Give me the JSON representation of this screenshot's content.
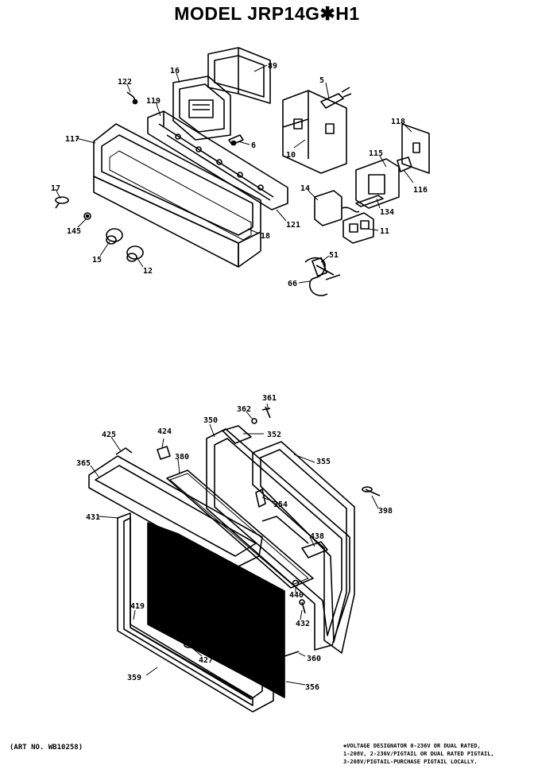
{
  "title": "MODEL JRP14G✱H1",
  "art_no": "(ART NO. WB10258)",
  "note_lines": [
    "✱VOLTAGE DESIGNATOR 0-236V OR DUAL RATED,",
    "1-208V, 2-236V/PIGTAIL OR DUAL RATED PIGTAIL,",
    "3-208V/PIGTAIL-PURCHASE PIGTAIL LOCALLY."
  ],
  "upper_labels": {
    "p89": "89",
    "p5": "5",
    "p16": "16",
    "p122": "122",
    "p119": "119",
    "p6": "6",
    "p10": "10",
    "p118": "118",
    "p117": "117",
    "p115": "115",
    "p116": "116",
    "p14": "14",
    "p134": "134",
    "p17": "17",
    "p121": "121",
    "p11": "11",
    "p145": "145",
    "p18": "18",
    "p15": "15",
    "p12": "12",
    "p51": "51",
    "p66": "66"
  },
  "lower_labels": {
    "p361": "361",
    "p362": "362",
    "p424": "424",
    "p350": "350",
    "p352": "352",
    "p425": "425",
    "p380": "380",
    "p355": "355",
    "p365": "365",
    "p354": "354",
    "p398": "398",
    "p431": "431",
    "p438": "438",
    "p440": "440",
    "p419": "419",
    "p432": "432",
    "p427": "427",
    "p360": "360",
    "p359": "359",
    "p356": "356"
  }
}
